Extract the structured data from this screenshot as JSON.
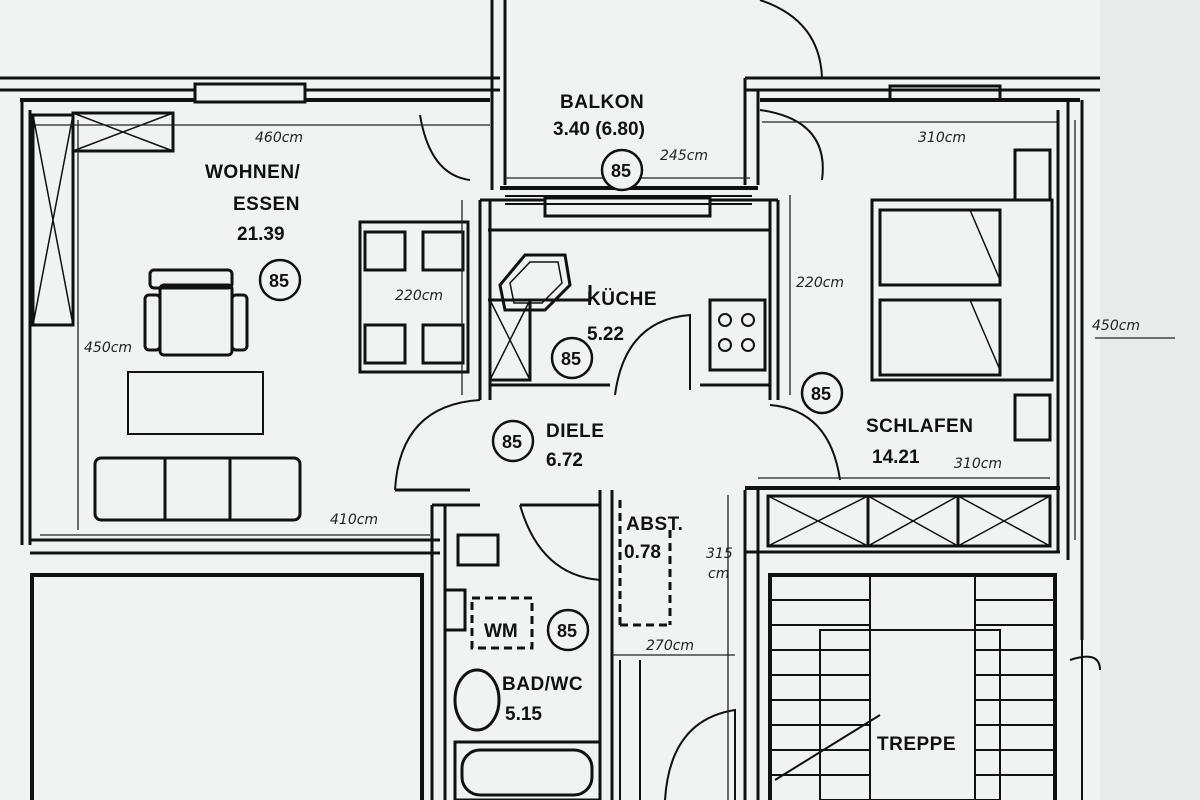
{
  "rooms": {
    "balkon": {
      "name": "BALKON",
      "area": "3.40 (6.80)",
      "code": "85"
    },
    "wohnen": {
      "name_line1": "WOHNEN/",
      "name_line2": "ESSEN",
      "area": "21.39",
      "code": "85"
    },
    "kueche": {
      "name": "KÜCHE",
      "area": "5.22",
      "code": "85"
    },
    "diele": {
      "name": "DIELE",
      "area": "6.72",
      "code": "85"
    },
    "schlafen": {
      "name": "SCHLAFEN",
      "area": "14.21",
      "code": "85"
    },
    "abst": {
      "name": "ABST.",
      "area": "0.78"
    },
    "bad": {
      "name": "BAD/WC",
      "area": "5.15",
      "code": "85",
      "appliance": "WM"
    },
    "treppe": {
      "name": "TREPPE"
    }
  },
  "dimensions": {
    "wohnen_width": "460cm",
    "wohnen_height": "450cm",
    "wohnen_bottom": "410cm",
    "wohnen_dining": "220cm",
    "balkon_width": "245cm",
    "schlafen_width_top": "310cm",
    "schlafen_height": "220cm",
    "schlafen_width_bottom": "310cm",
    "outer_height": "450cm",
    "abst_height_1": "315",
    "abst_height_2": "cm",
    "bad_width": "270cm"
  }
}
